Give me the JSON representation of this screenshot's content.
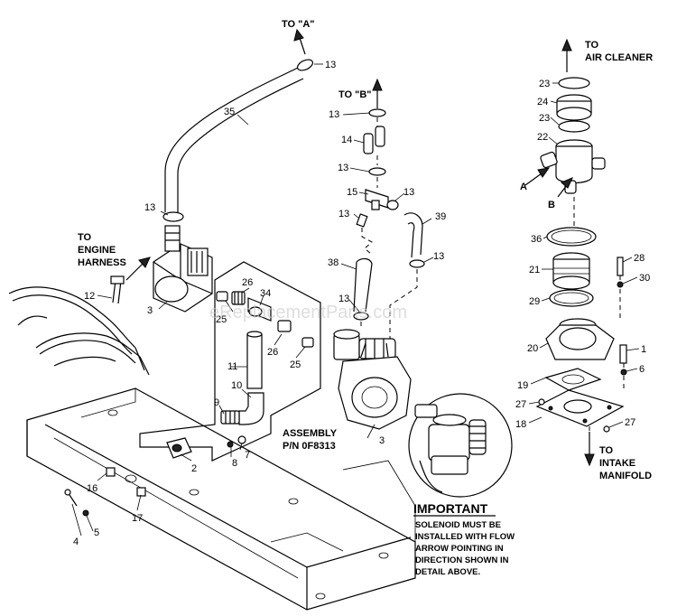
{
  "labels": {
    "to_a": "TO \"A\"",
    "to_b": "TO \"B\"",
    "to_air_cleaner_1": "TO",
    "to_air_cleaner_2": "AIR CLEANER",
    "to_engine_1": "TO",
    "to_engine_2": "ENGINE",
    "to_engine_3": "HARNESS",
    "to_intake_1": "TO",
    "to_intake_2": "INTAKE",
    "to_intake_3": "MANIFOLD",
    "assembly_1": "ASSEMBLY",
    "assembly_2": "P/N 0F8313",
    "point_a": "A",
    "point_b": "B"
  },
  "callouts": {
    "c1": "1",
    "c2": "2",
    "c3a": "3",
    "c3b": "3",
    "c4": "4",
    "c5": "5",
    "c6": "6",
    "c7": "7",
    "c8": "8",
    "c9": "9",
    "c10": "10",
    "c11": "11",
    "c12": "12",
    "c13a": "13",
    "c13b": "13",
    "c13c": "13",
    "c13d": "13",
    "c13e": "13",
    "c13f": "13",
    "c13g": "13",
    "c13h": "13",
    "c14": "14",
    "c15": "15",
    "c16": "16",
    "c17": "17",
    "c18": "18",
    "c19": "19",
    "c20": "20",
    "c21": "21",
    "c22": "22",
    "c23a": "23",
    "c23b": "23",
    "c24": "24",
    "c25a": "25",
    "c25b": "25",
    "c26a": "26",
    "c26b": "26",
    "c27a": "27",
    "c27b": "27",
    "c28": "28",
    "c29": "29",
    "c30": "30",
    "c34": "34",
    "c35": "35",
    "c36": "36",
    "c38": "38",
    "c39": "39"
  },
  "important": {
    "title": "IMPORTANT",
    "line1": "SOLENOID MUST BE",
    "line2": "INSTALLED WITH FLOW",
    "line3": "ARROW POINTING IN",
    "line4": "DIRECTION SHOWN IN",
    "line5": "DETAIL ABOVE."
  },
  "watermark": "eReplacementParts.com"
}
